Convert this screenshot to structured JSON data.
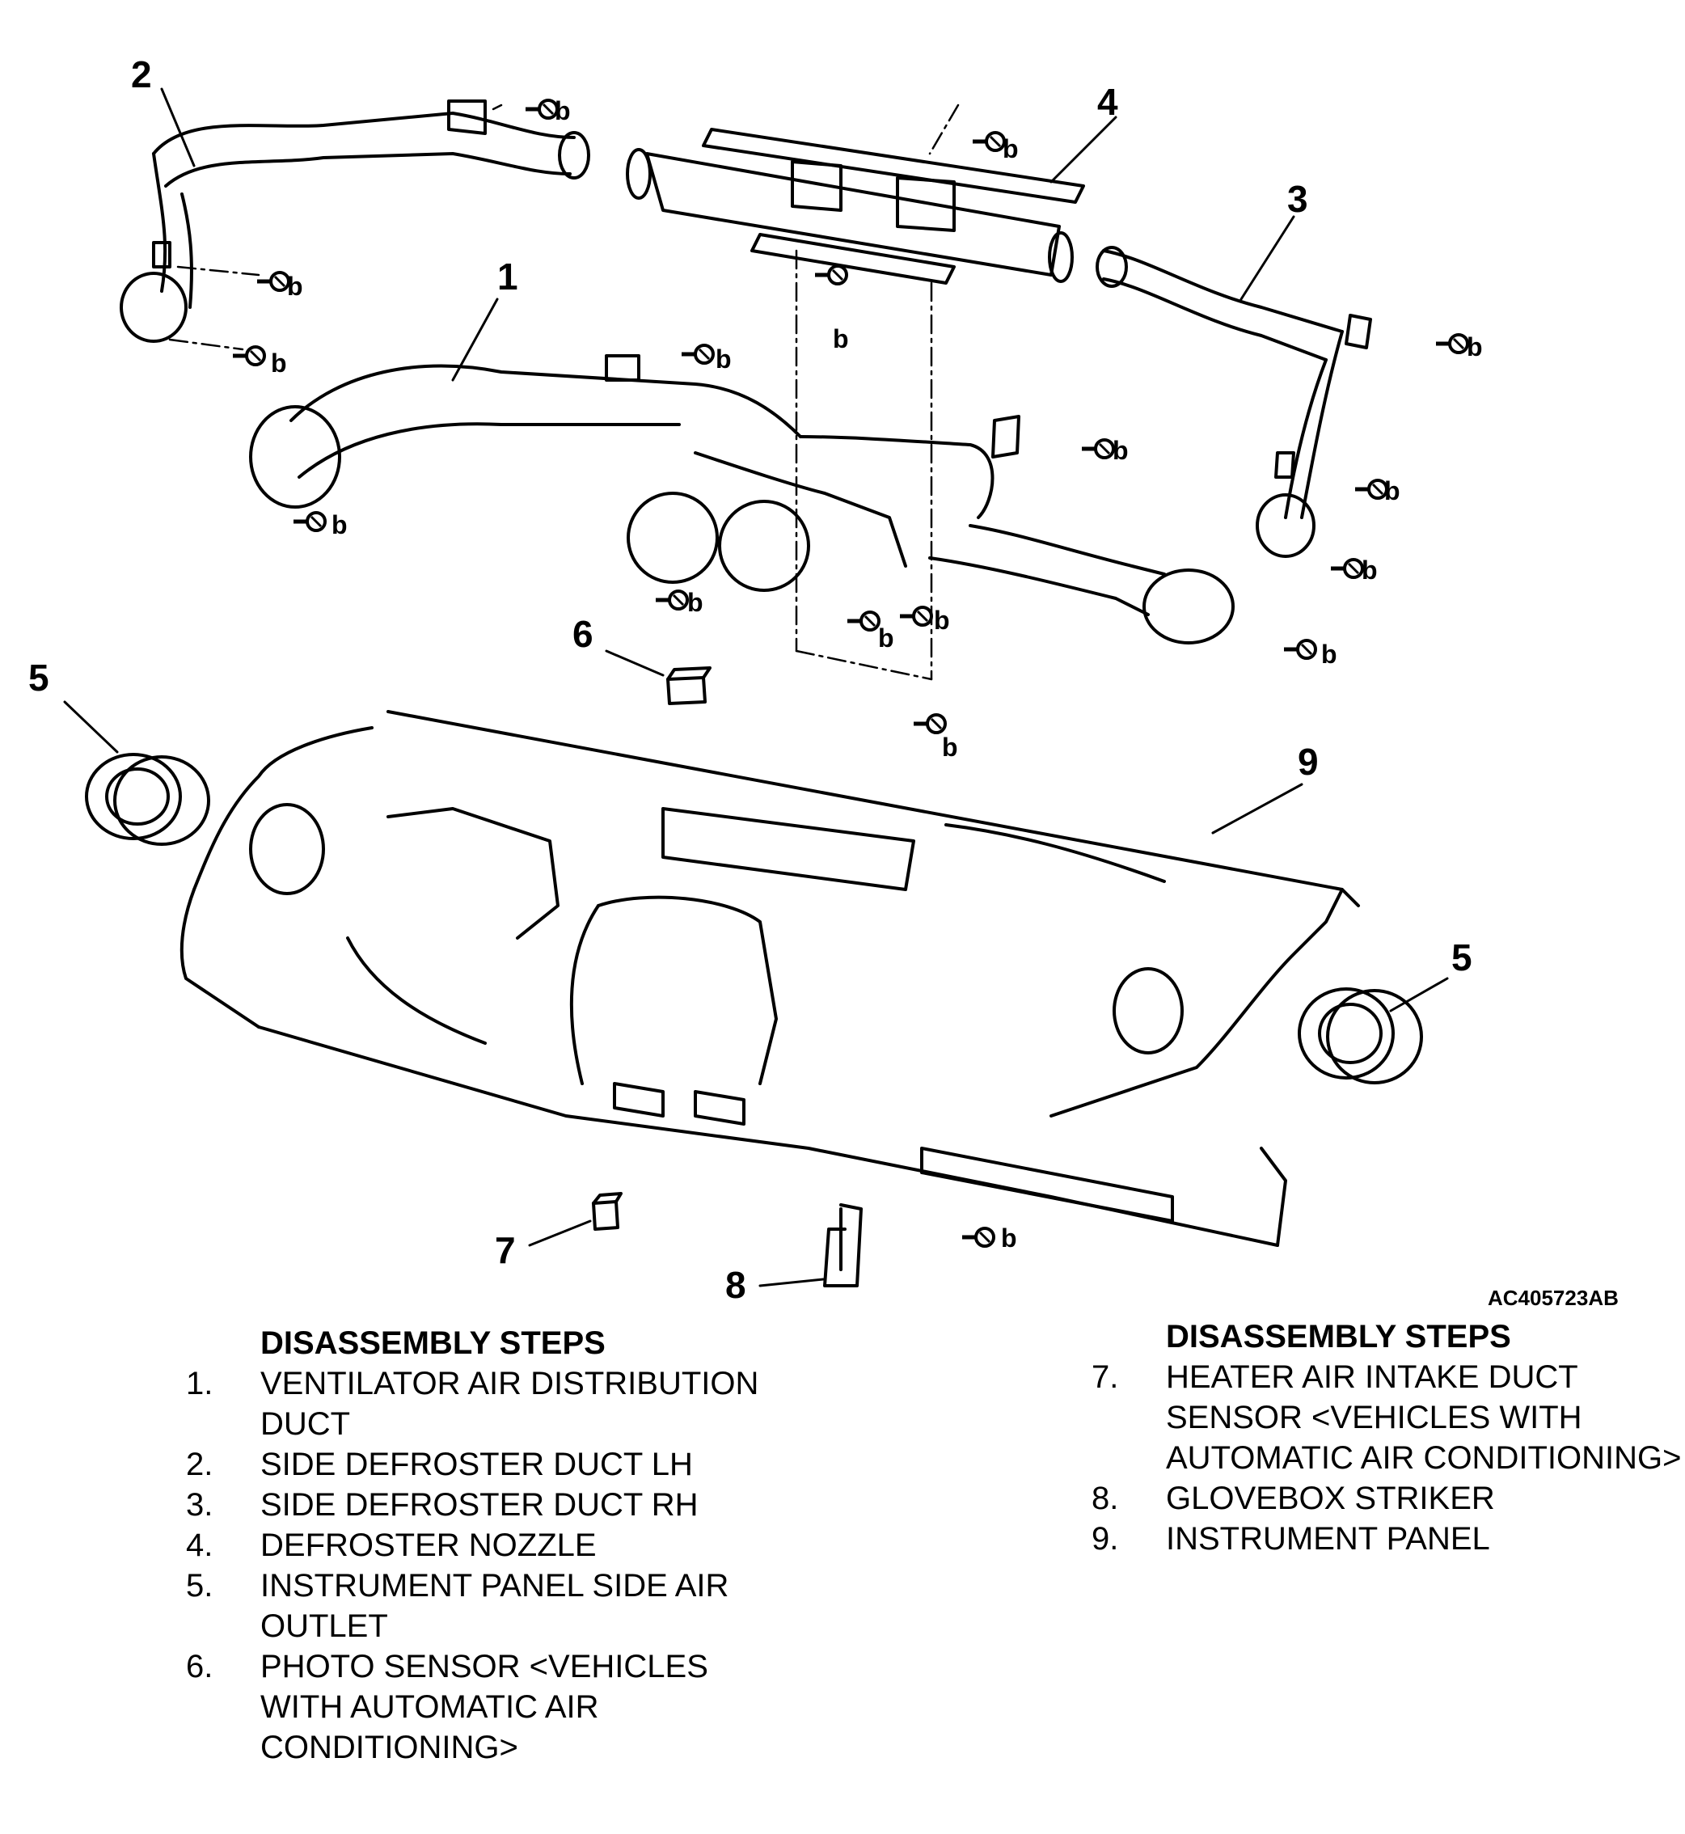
{
  "figure_id": "AC405723AB",
  "callouts": {
    "c1": "1",
    "c2": "2",
    "c3": "3",
    "c4": "4",
    "c5a": "5",
    "c5b": "5",
    "c6": "6",
    "c7": "7",
    "c8": "8",
    "c9": "9"
  },
  "fastener_label": "b",
  "steps_left": {
    "heading": "DISASSEMBLY STEPS",
    "items": [
      {
        "num": "1.",
        "text": "VENTILATOR AIR DISTRIBUTION DUCT"
      },
      {
        "num": "2.",
        "text": "SIDE DEFROSTER DUCT LH"
      },
      {
        "num": "3.",
        "text": "SIDE DEFROSTER DUCT RH"
      },
      {
        "num": "4.",
        "text": "DEFROSTER NOZZLE"
      },
      {
        "num": "5.",
        "text": "INSTRUMENT PANEL SIDE AIR OUTLET"
      },
      {
        "num": "6.",
        "text": "PHOTO SENSOR <VEHICLES WITH AUTOMATIC AIR CONDITIONING>"
      }
    ]
  },
  "steps_right": {
    "heading": "DISASSEMBLY STEPS",
    "items": [
      {
        "num": "7.",
        "text": "HEATER AIR INTAKE DUCT SENSOR <VEHICLES WITH AUTOMATIC AIR CONDITIONING>"
      },
      {
        "num": "8.",
        "text": "GLOVEBOX STRIKER"
      },
      {
        "num": "9.",
        "text": "INSTRUMENT PANEL"
      }
    ]
  }
}
